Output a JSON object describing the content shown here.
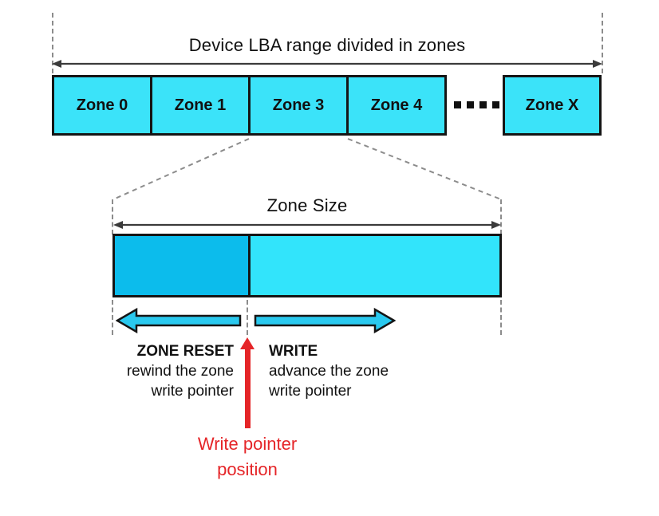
{
  "colors": {
    "bg": "#ffffff",
    "text": "#111111",
    "outline": "#151515",
    "dashed": "#8c8c8c",
    "measure": "#3b3b3b",
    "zone_fill": "#3be3f9",
    "written_fill": "#0cbcec",
    "unwritten_fill": "#32e4fb",
    "arrow_fill": "#2ac9ef",
    "red": "#e52528"
  },
  "device_row": {
    "title": "Device LBA range divided in zones",
    "zones": [
      "Zone 0",
      "Zone 1",
      "Zone 3",
      "Zone 4"
    ],
    "ellipsis_dot_count": 4,
    "last_zone": "Zone X"
  },
  "zone_detail": {
    "size_label": "Zone Size"
  },
  "operations": {
    "reset": {
      "heading": "ZONE RESET",
      "line1": "rewind the zone",
      "line2": "write pointer"
    },
    "write": {
      "heading": "WRITE",
      "line1": "advance the zone",
      "line2": "write pointer"
    }
  },
  "write_pointer": {
    "line1": "Write pointer",
    "line2": "position"
  }
}
